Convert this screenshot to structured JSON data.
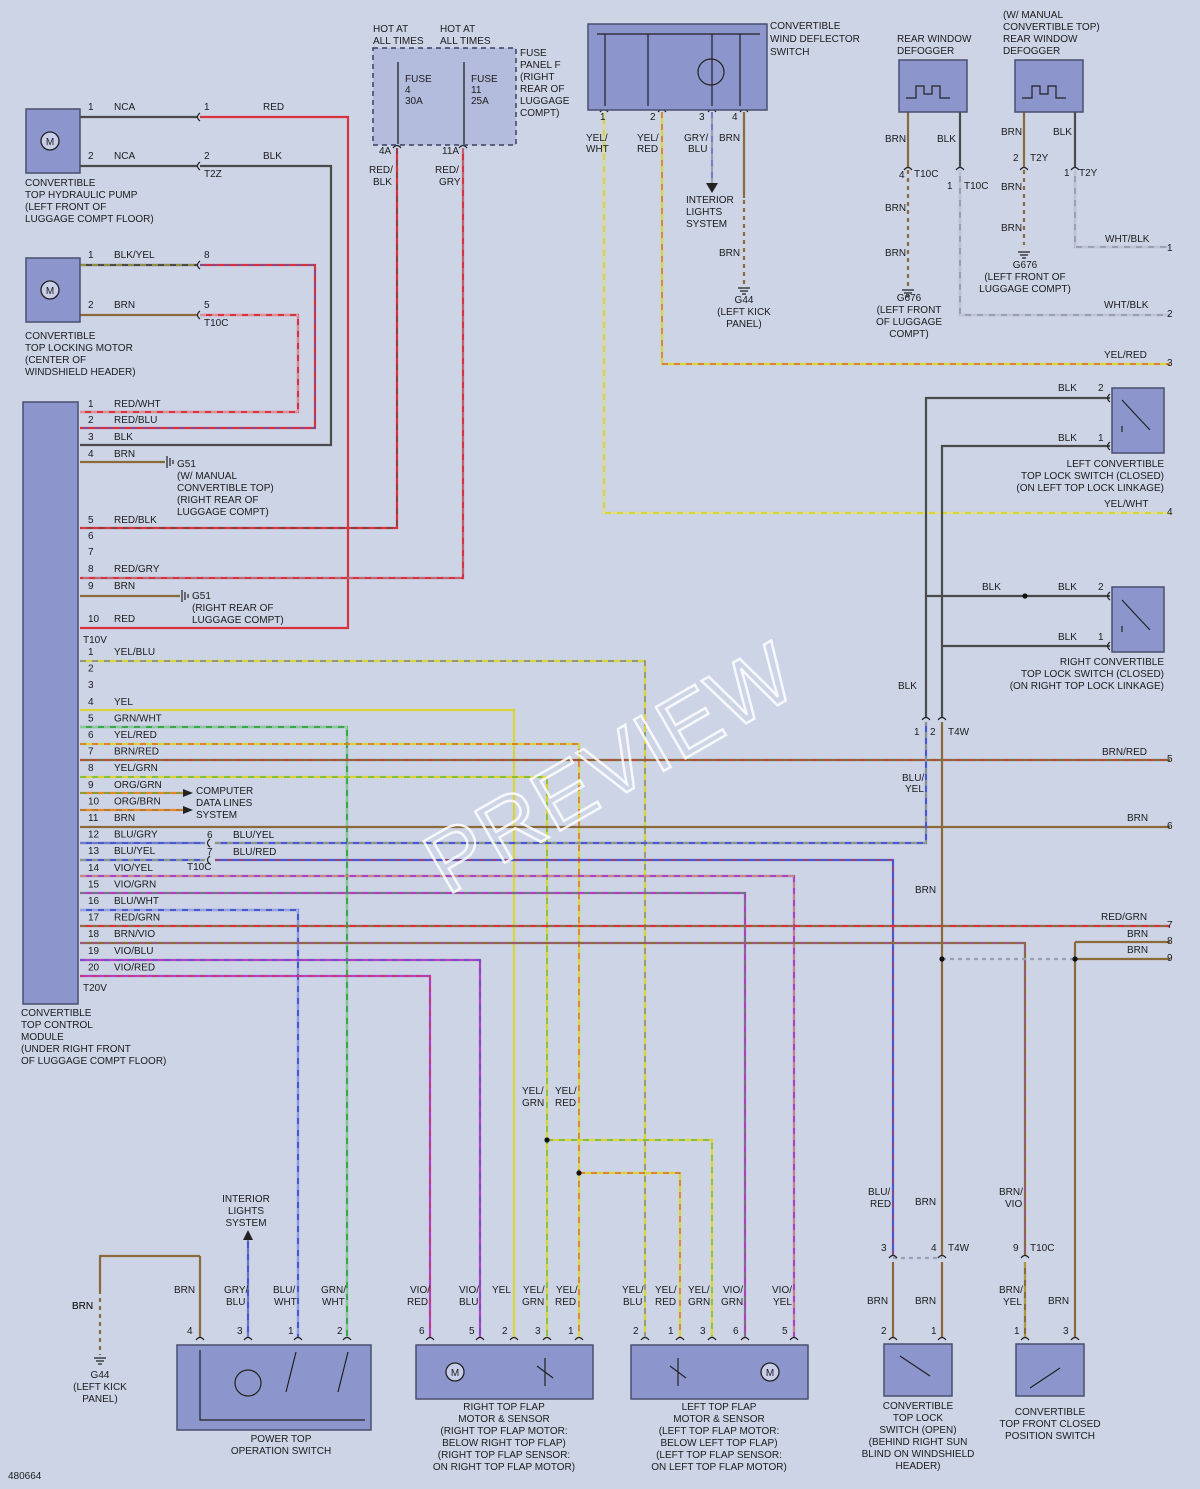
{
  "components": {
    "pump": [
      "CONVERTIBLE",
      "TOP HYDRAULIC PUMP",
      "(LEFT FRONT OF",
      "LUGGAGE COMPT FLOOR)"
    ],
    "lock_motor": [
      "CONVERTIBLE",
      "TOP LOCKING MOTOR",
      "(CENTER OF",
      "WINDSHIELD HEADER)"
    ],
    "module": [
      "CONVERTIBLE",
      "TOP CONTROL",
      "MODULE",
      "(UNDER RIGHT FRONT",
      "OF LUGGAGE COMPT FLOOR)"
    ],
    "fuse_panel": [
      "FUSE",
      "PANEL F",
      "(RIGHT",
      "REAR OF",
      "LUGGAGE",
      "COMPT)"
    ],
    "fuse4": [
      "FUSE",
      "4",
      "30A"
    ],
    "fuse11": [
      "FUSE",
      "11",
      "25A"
    ],
    "hot1": [
      "HOT AT",
      "ALL TIMES"
    ],
    "hot2": [
      "HOT AT",
      "ALL TIMES"
    ],
    "deflector": [
      "CONVERTIBLE",
      "WIND DEFLECTOR",
      "SWITCH"
    ],
    "defogger1": [
      "REAR WINDOW",
      "DEFOGGER"
    ],
    "defogger2": [
      "(W/ MANUAL",
      "CONVERTIBLE TOP)",
      "REAR WINDOW",
      "DEFOGGER"
    ],
    "interior1": [
      "INTERIOR",
      "LIGHTS",
      "SYSTEM"
    ],
    "interior2": [
      "INTERIOR",
      "LIGHTS",
      "SYSTEM"
    ],
    "g44a": [
      "G44",
      "(LEFT KICK",
      "PANEL)"
    ],
    "g44b": [
      "G44",
      "(LEFT KICK",
      "PANEL)"
    ],
    "g676a": [
      "G676",
      "(LEFT FRONT",
      "OF LUGGAGE",
      "COMPT)"
    ],
    "g676b": [
      "G676",
      "(LEFT FRONT OF",
      "LUGGAGE COMPT)"
    ],
    "g51a": [
      "G51",
      "(W/ MANUAL",
      "CONVERTIBLE TOP)",
      "(RIGHT REAR OF",
      "LUGGAGE COMPT)"
    ],
    "g51b": [
      "G51",
      "(RIGHT REAR OF",
      "LUGGAGE COMPT)"
    ],
    "left_lock": [
      "LEFT CONVERTIBLE",
      "TOP LOCK SWITCH (CLOSED)",
      "(ON LEFT TOP LOCK LINKAGE)"
    ],
    "right_lock": [
      "RIGHT CONVERTIBLE",
      "TOP LOCK SWITCH (CLOSED)",
      "(ON RIGHT TOP LOCK LINKAGE)"
    ],
    "computer": [
      "COMPUTER",
      "DATA LINES",
      "SYSTEM"
    ],
    "power_switch": [
      "POWER TOP",
      "OPERATION SWITCH"
    ],
    "right_flap": [
      "RIGHT TOP FLAP",
      "MOTOR & SENSOR",
      "(RIGHT TOP FLAP MOTOR:",
      "BELOW RIGHT TOP FLAP)",
      "(RIGHT TOP FLAP SENSOR:",
      "ON RIGHT TOP FLAP MOTOR)"
    ],
    "left_flap": [
      "LEFT TOP FLAP",
      "MOTOR & SENSOR",
      "(LEFT TOP FLAP MOTOR:",
      "BELOW LEFT TOP FLAP)",
      "(LEFT TOP FLAP SENSOR:",
      "ON LEFT TOP FLAP MOTOR)"
    ],
    "top_lock_sw": [
      "CONVERTIBLE",
      "TOP LOCK",
      "SWITCH (OPEN)",
      "(BEHIND RIGHT SUN",
      "BLIND ON WINDSHIELD",
      "HEADER)"
    ],
    "front_closed": [
      "CONVERTIBLE",
      "TOP FRONT CLOSED",
      "POSITION SWITCH"
    ]
  },
  "module_pins": {
    "upper": [
      [
        "1",
        "RED/WHT"
      ],
      [
        "2",
        "RED/BLU"
      ],
      [
        "3",
        "BLK"
      ],
      [
        "4",
        "BRN"
      ],
      [
        "5",
        "RED/BLK"
      ],
      [
        "6",
        ""
      ],
      [
        "7",
        ""
      ],
      [
        "8",
        "RED/GRY"
      ],
      [
        "9",
        "BRN"
      ],
      [
        "10",
        "RED"
      ]
    ],
    "lower": [
      [
        "1",
        "YEL/BLU"
      ],
      [
        "2",
        ""
      ],
      [
        "3",
        ""
      ],
      [
        "4",
        "YEL"
      ],
      [
        "5",
        "GRN/WHT"
      ],
      [
        "6",
        "YEL/RED"
      ],
      [
        "7",
        "BRN/RED"
      ],
      [
        "8",
        "YEL/GRN"
      ],
      [
        "9",
        "ORG/GRN"
      ],
      [
        "10",
        "ORG/BRN"
      ],
      [
        "11",
        "BRN"
      ],
      [
        "12",
        "BLU/GRY"
      ],
      [
        "13",
        "BLU/YEL"
      ],
      [
        "14",
        "VIO/YEL"
      ],
      [
        "15",
        "VIO/GRN"
      ],
      [
        "16",
        "BLU/WHT"
      ],
      [
        "17",
        "RED/GRN"
      ],
      [
        "18",
        "BRN/VIO"
      ],
      [
        "19",
        "VIO/BLU"
      ],
      [
        "20",
        "VIO/RED"
      ]
    ]
  },
  "connectors": {
    "t10v": "T10V",
    "t20v": "T20V",
    "t2z": "T2Z",
    "t10c": "T10C",
    "t2y": "T2Y",
    "t4w": "T4W"
  },
  "labels": [
    {
      "t": "1",
      "k": "p1"
    },
    {
      "t": "NCA",
      "k": "nca1"
    },
    {
      "t": "1",
      "k": "p2"
    },
    {
      "t": "RED",
      "k": "red1"
    },
    {
      "t": "2",
      "k": "p3"
    },
    {
      "t": "NCA",
      "k": "nca2"
    },
    {
      "t": "2",
      "k": "p4"
    },
    {
      "t": "BLK",
      "k": "blk1"
    },
    {
      "t": "1",
      "k": "p5"
    },
    {
      "t": "BLK/YEL",
      "k": "by1"
    },
    {
      "t": "8",
      "k": "p6"
    },
    {
      "t": "2",
      "k": "p7"
    },
    {
      "t": "BRN",
      "k": "brn1"
    },
    {
      "t": "5",
      "k": "p8"
    },
    {
      "t": "4A",
      "k": "f4a"
    },
    {
      "t": "11A",
      "k": "f11a"
    },
    {
      "t": "RED/",
      "k": "rb1"
    },
    {
      "t": "BLK",
      "k": "rb2"
    },
    {
      "t": "RED/",
      "k": "rg1"
    },
    {
      "t": "GRY",
      "k": "rg2"
    },
    {
      "t": "1",
      "k": "d1"
    },
    {
      "t": "2",
      "k": "d2"
    },
    {
      "t": "3",
      "k": "d3"
    },
    {
      "t": "4",
      "k": "d4"
    },
    {
      "t": "YEL/",
      "k": "dy1"
    },
    {
      "t": "WHT",
      "k": "dy2"
    },
    {
      "t": "YEL/",
      "k": "dr1"
    },
    {
      "t": "RED",
      "k": "dr2"
    },
    {
      "t": "GRY/",
      "k": "dg1"
    },
    {
      "t": "BLU",
      "k": "dg2"
    },
    {
      "t": "BRN",
      "k": "dbrn"
    },
    {
      "t": "BRN",
      "k": "dbrn2"
    },
    {
      "t": "BRN",
      "k": "rw1"
    },
    {
      "t": "BLK",
      "k": "rw2"
    },
    {
      "t": "4",
      "k": "rw3"
    },
    {
      "t": "1",
      "k": "rw4"
    },
    {
      "t": "BRN",
      "k": "rw5"
    },
    {
      "t": "BRN",
      "k": "rw6"
    },
    {
      "t": "BRN",
      "k": "rw7"
    },
    {
      "t": "BLK",
      "k": "rw8"
    },
    {
      "t": "2",
      "k": "rw9"
    },
    {
      "t": "1",
      "k": "rw10"
    },
    {
      "t": "BRN",
      "k": "rw11"
    },
    {
      "t": "BRN",
      "k": "rw12"
    },
    {
      "t": "WHT/BLK",
      "k": "wb1"
    },
    {
      "t": "WHT/BLK",
      "k": "wb2"
    },
    {
      "t": "1",
      "k": "e1"
    },
    {
      "t": "2",
      "k": "e2"
    },
    {
      "t": "YEL/RED",
      "k": "yr3"
    },
    {
      "t": "3",
      "k": "e3"
    },
    {
      "t": "BLK",
      "k": "lk1"
    },
    {
      "t": "2",
      "k": "lk2"
    },
    {
      "t": "BLK",
      "k": "lk3"
    },
    {
      "t": "1",
      "k": "lk4"
    },
    {
      "t": "YEL/WHT",
      "k": "yw4"
    },
    {
      "t": "4",
      "k": "e4"
    },
    {
      "t": "BLK",
      "k": "rk1"
    },
    {
      "t": "BLK",
      "k": "rk2"
    },
    {
      "t": "2",
      "k": "rk3"
    },
    {
      "t": "BLK",
      "k": "rk4"
    },
    {
      "t": "1",
      "k": "rk5"
    },
    {
      "t": "BLK",
      "k": "rk6"
    },
    {
      "t": "1",
      "k": "t4w1"
    },
    {
      "t": "2",
      "k": "t4w2"
    },
    {
      "t": "BRN/RED",
      "k": "br5"
    },
    {
      "t": "5",
      "k": "e5"
    },
    {
      "t": "BLU/",
      "k": "by5a"
    },
    {
      "t": "YEL",
      "k": "by5b"
    },
    {
      "t": "BRN",
      "k": "bn6"
    },
    {
      "t": "6",
      "k": "e6"
    },
    {
      "t": "BRN",
      "k": "bn6b"
    },
    {
      "t": "RED/GRN",
      "k": "rg7"
    },
    {
      "t": "7",
      "k": "e7"
    },
    {
      "t": "BRN",
      "k": "bn8"
    },
    {
      "t": "8",
      "k": "e8"
    },
    {
      "t": "BRN",
      "k": "bn9"
    },
    {
      "t": "9",
      "k": "e9"
    },
    {
      "t": "6",
      "k": "c6"
    },
    {
      "t": "BLU/YEL",
      "k": "c6l"
    },
    {
      "t": "7",
      "k": "c7"
    },
    {
      "t": "BLU/RED",
      "k": "c7l"
    },
    {
      "t": "YEL/",
      "k": "yg1"
    },
    {
      "t": "GRN",
      "k": "yg2"
    },
    {
      "t": "YEL/",
      "k": "yr1"
    },
    {
      "t": "RED",
      "k": "yr2"
    },
    {
      "t": "BRN",
      "k": "ps1"
    },
    {
      "t": "GRY/",
      "k": "ps2"
    },
    {
      "t": "BLU",
      "k": "ps3"
    },
    {
      "t": "BLU/",
      "k": "ps4"
    },
    {
      "t": "WHT",
      "k": "ps5"
    },
    {
      "t": "GRN/",
      "k": "ps6"
    },
    {
      "t": "WHT",
      "k": "ps7"
    },
    {
      "t": "BRN",
      "k": "ps8"
    },
    {
      "t": "4",
      "k": "pn4"
    },
    {
      "t": "3",
      "k": "pn3"
    },
    {
      "t": "1",
      "k": "pn1"
    },
    {
      "t": "2",
      "k": "pn2"
    },
    {
      "t": "VIO/",
      "k": "rf1"
    },
    {
      "t": "RED",
      "k": "rf2"
    },
    {
      "t": "VIO/",
      "k": "rf3"
    },
    {
      "t": "BLU",
      "k": "rf4"
    },
    {
      "t": "YEL",
      "k": "rf5"
    },
    {
      "t": "YEL/",
      "k": "rf6"
    },
    {
      "t": "GRN",
      "k": "rf7"
    },
    {
      "t": "YEL/",
      "k": "rf8"
    },
    {
      "t": "RED",
      "k": "rf9"
    },
    {
      "t": "6",
      "k": "rn6"
    },
    {
      "t": "5",
      "k": "rn5"
    },
    {
      "t": "2",
      "k": "rn2"
    },
    {
      "t": "3",
      "k": "rn3"
    },
    {
      "t": "1",
      "k": "rn1"
    },
    {
      "t": "YEL/",
      "k": "lf1"
    },
    {
      "t": "BLU",
      "k": "lf2"
    },
    {
      "t": "YEL/",
      "k": "lf3"
    },
    {
      "t": "RED",
      "k": "lf4"
    },
    {
      "t": "YEL/",
      "k": "lf5"
    },
    {
      "t": "GRN",
      "k": "lf6"
    },
    {
      "t": "VIO/",
      "k": "lf7"
    },
    {
      "t": "GRN",
      "k": "lf8"
    },
    {
      "t": "VIO/",
      "k": "lf9"
    },
    {
      "t": "YEL",
      "k": "lf10"
    },
    {
      "t": "2",
      "k": "ln2"
    },
    {
      "t": "1",
      "k": "ln1"
    },
    {
      "t": "3",
      "k": "ln3"
    },
    {
      "t": "6",
      "k": "ln6"
    },
    {
      "t": "5",
      "k": "ln5"
    },
    {
      "t": "BLU/",
      "k": "tl1"
    },
    {
      "t": "RED",
      "k": "tl2"
    },
    {
      "t": "BRN",
      "k": "tl3"
    },
    {
      "t": "3",
      "k": "tl4"
    },
    {
      "t": "4",
      "k": "tl5"
    },
    {
      "t": "BRN",
      "k": "tl6"
    },
    {
      "t": "BRN",
      "k": "tl7"
    },
    {
      "t": "2",
      "k": "tl8"
    },
    {
      "t": "1",
      "k": "tl9"
    },
    {
      "t": "BRN/",
      "k": "fc1"
    },
    {
      "t": "VIO",
      "k": "fc2"
    },
    {
      "t": "9",
      "k": "fc3"
    },
    {
      "t": "BRN/",
      "k": "fc4"
    },
    {
      "t": "YEL",
      "k": "fc5"
    },
    {
      "t": "BRN",
      "k": "fc6"
    },
    {
      "t": "1",
      "k": "fc7"
    },
    {
      "t": "3",
      "k": "fc8"
    },
    {
      "t": "BRN",
      "k": "g44l"
    }
  ],
  "doc_id": "480664",
  "watermark": "PREVIEW",
  "colors": {
    "bg": "#ccd4e6",
    "box": "#8c96cc",
    "red": "#d8323c",
    "blk": "#4a4a4a",
    "brn": "#8a6a3a",
    "yel": "#d8d43a",
    "grn": "#3aa84a",
    "blu": "#4858d0",
    "vio": "#b040c0",
    "gry": "#9aa0b4",
    "wht": "#e6e8f0",
    "org": "#e48a2a"
  }
}
